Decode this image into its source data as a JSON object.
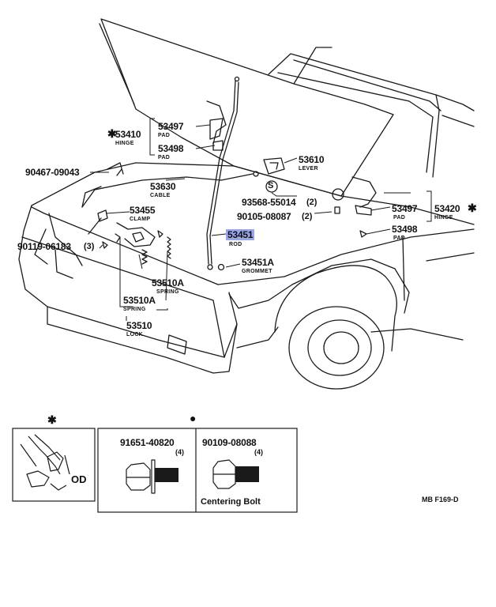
{
  "parts": {
    "hinge_left": {
      "asterisk": "✱",
      "number": "53410",
      "name": "HINGE"
    },
    "pad_top_left": {
      "number": "53497",
      "name": "PAD"
    },
    "pad_mid_left": {
      "number": "53498",
      "name": "PAD"
    },
    "bolt_left": {
      "number": "90467-09043"
    },
    "lever": {
      "number": "53610",
      "name": "LEVER"
    },
    "cable": {
      "number": "53630",
      "name": "CABLE"
    },
    "clamp": {
      "number": "53455",
      "name": "CLAMP"
    },
    "screw_a": {
      "number": "93568-55014",
      "qty": "(2)"
    },
    "screw_b": {
      "number": "90105-08087",
      "qty": "(2)"
    },
    "rod": {
      "number": "53451",
      "name": "ROD"
    },
    "bolt_lock": {
      "number": "90119-06183",
      "qty": "(3)"
    },
    "grommet": {
      "number": "53451A",
      "name": "GROMMET"
    },
    "spring_a": {
      "number": "53510A",
      "name": "SPRING"
    },
    "spring_b": {
      "number": "53510A",
      "name": "SPRING"
    },
    "lock": {
      "number": "53510",
      "name": "LOCK"
    },
    "pad_top_right": {
      "number": "53497",
      "name": "PAD"
    },
    "hinge_right": {
      "number": "53420",
      "asterisk": "✱",
      "name": "HINGE"
    },
    "pad_low_right": {
      "number": "53498",
      "name": "PAD"
    }
  },
  "markers": {
    "s_marker": "S"
  },
  "detail_panels": {
    "asterisk_mark": "✱",
    "circle_mark": "●",
    "od_label": "OD",
    "bolt_a": {
      "number": "91651-40820",
      "qty": "(4)"
    },
    "bolt_b": {
      "number": "90109-08088",
      "qty": "(4)",
      "caption": "Centering Bolt"
    }
  },
  "figure_code": "MB F169-D",
  "colors": {
    "highlight": "#9aa6ea",
    "ink": "#111111"
  }
}
